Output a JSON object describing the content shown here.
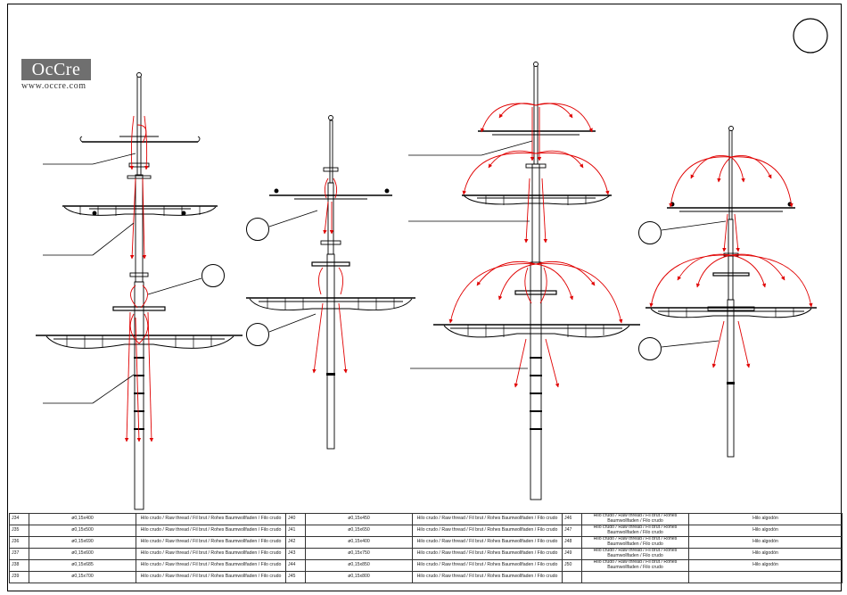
{
  "logo": {
    "brand": "OcCre",
    "url": "www.occre.com"
  },
  "parts": {
    "rows": [
      [
        {
          "code": "J34",
          "size": "ø0,15x400",
          "desc": "Hilo crudo / Raw thread / Fil brut / Rohes Baumwollfaden / Filo crudo"
        },
        {
          "code": "J40",
          "size": "ø0,15x450",
          "desc": "Hilo crudo / Raw thread / Fil brut / Rohes Baumwollfaden / Filo crudo"
        },
        {
          "code": "J46",
          "size": "",
          "desc": "Hilo crudo / Raw thread / Fil brut / Rohes Baumwollfaden / Filo crudo",
          "extra": "Hilo algodón"
        }
      ],
      [
        {
          "code": "J35",
          "size": "ø0,15x500",
          "desc": "Hilo crudo / Raw thread / Fil brut / Rohes Baumwollfaden / Filo crudo"
        },
        {
          "code": "J41",
          "size": "ø0,15x650",
          "desc": "Hilo crudo / Raw thread / Fil brut / Rohes Baumwollfaden / Filo crudo"
        },
        {
          "code": "J47",
          "size": "",
          "desc": "Hilo crudo / Raw thread / Fil brut / Rohes Baumwollfaden / Filo crudo",
          "extra": "Hilo algodón"
        }
      ],
      [
        {
          "code": "J36",
          "size": "ø0,15x690",
          "desc": "Hilo crudo / Raw thread / Fil brut / Rohes Baumwollfaden / Filo crudo"
        },
        {
          "code": "J42",
          "size": "ø0,15x400",
          "desc": "Hilo crudo / Raw thread / Fil brut / Rohes Baumwollfaden / Filo crudo"
        },
        {
          "code": "J48",
          "size": "",
          "desc": "Hilo crudo / Raw thread / Fil brut / Rohes Baumwollfaden / Filo crudo",
          "extra": "Hilo algodón"
        }
      ],
      [
        {
          "code": "J37",
          "size": "ø0,15x600",
          "desc": "Hilo crudo / Raw thread / Fil brut / Rohes Baumwollfaden / Filo crudo"
        },
        {
          "code": "J43",
          "size": "ø0,15x750",
          "desc": "Hilo crudo / Raw thread / Fil brut / Rohes Baumwollfaden / Filo crudo"
        },
        {
          "code": "J49",
          "size": "",
          "desc": "Hilo crudo / Raw thread / Fil brut / Rohes Baumwollfaden / Filo crudo",
          "extra": "Hilo algodón"
        }
      ],
      [
        {
          "code": "J38",
          "size": "ø0,15x685",
          "desc": "Hilo crudo / Raw thread / Fil brut / Rohes Baumwollfaden / Filo crudo"
        },
        {
          "code": "J44",
          "size": "ø0,15x850",
          "desc": "Hilo crudo / Raw thread / Fil brut / Rohes Baumwollfaden / Filo crudo"
        },
        {
          "code": "J50",
          "size": "",
          "desc": "Hilo crudo / Raw thread / Fil brut / Rohes Baumwollfaden / Filo crudo",
          "extra": "Hilo algodón"
        }
      ],
      [
        {
          "code": "J39",
          "size": "ø0,15x700",
          "desc": "Hilo crudo / Raw thread / Fil brut / Rohes Baumwollfaden / Filo crudo"
        },
        {
          "code": "J45",
          "size": "ø0,15x800",
          "desc": "Hilo crudo / Raw thread / Fil brut / Rohes Baumwollfaden / Filo crudo"
        },
        {
          "code": "",
          "size": "",
          "desc": "",
          "extra": ""
        }
      ]
    ]
  },
  "colors": {
    "line": "#000000",
    "thread": "#e00000",
    "logo": "#6f6f6f"
  }
}
